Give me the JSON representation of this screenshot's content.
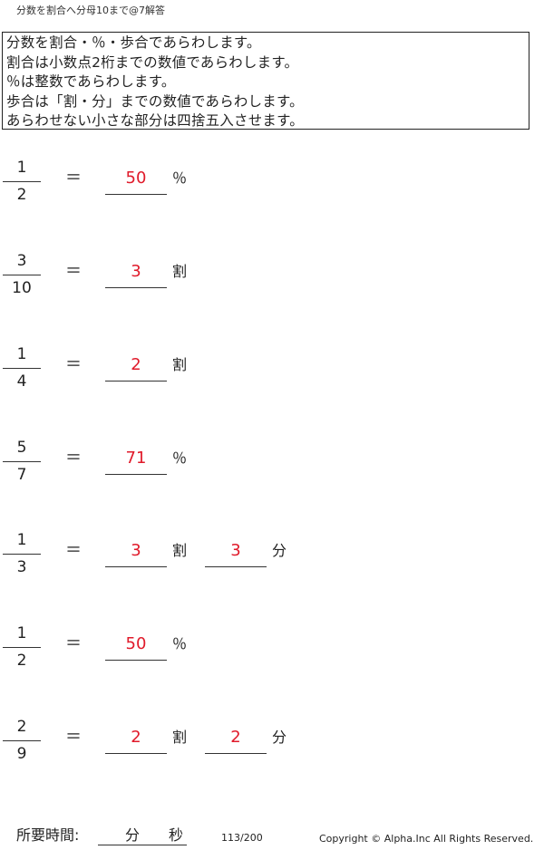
{
  "title": "分数を割合へ分母10まで@7解答",
  "instructions": [
    "分数を割合・％・歩合であらわします。",
    "割合は小数点2桁までの数値であらわします。",
    "％は整数であらわします。",
    "歩合は「割・分」までの数値であらわします。",
    "あらわせない小さな部分は四捨五入させます。"
  ],
  "equals": "＝",
  "problems": [
    {
      "num": "1",
      "den": "2",
      "a1": "50",
      "u1": "％"
    },
    {
      "num": "3",
      "den": "10",
      "a1": "3",
      "u1": "割"
    },
    {
      "num": "1",
      "den": "4",
      "a1": "2",
      "u1": "割"
    },
    {
      "num": "5",
      "den": "7",
      "a1": "71",
      "u1": "％"
    },
    {
      "num": "1",
      "den": "3",
      "a1": "3",
      "u1": "割",
      "a2": "3",
      "u2": "分"
    },
    {
      "num": "1",
      "den": "2",
      "a1": "50",
      "u1": "％"
    },
    {
      "num": "2",
      "den": "9",
      "a1": "2",
      "u1": "割",
      "a2": "2",
      "u2": "分"
    }
  ],
  "footer": {
    "time_label": "所要時間:",
    "minutes": "分",
    "seconds": "秒",
    "page": "113/200",
    "copyright": "Copyright ©  Alpha.Inc All Rights Reserved."
  }
}
